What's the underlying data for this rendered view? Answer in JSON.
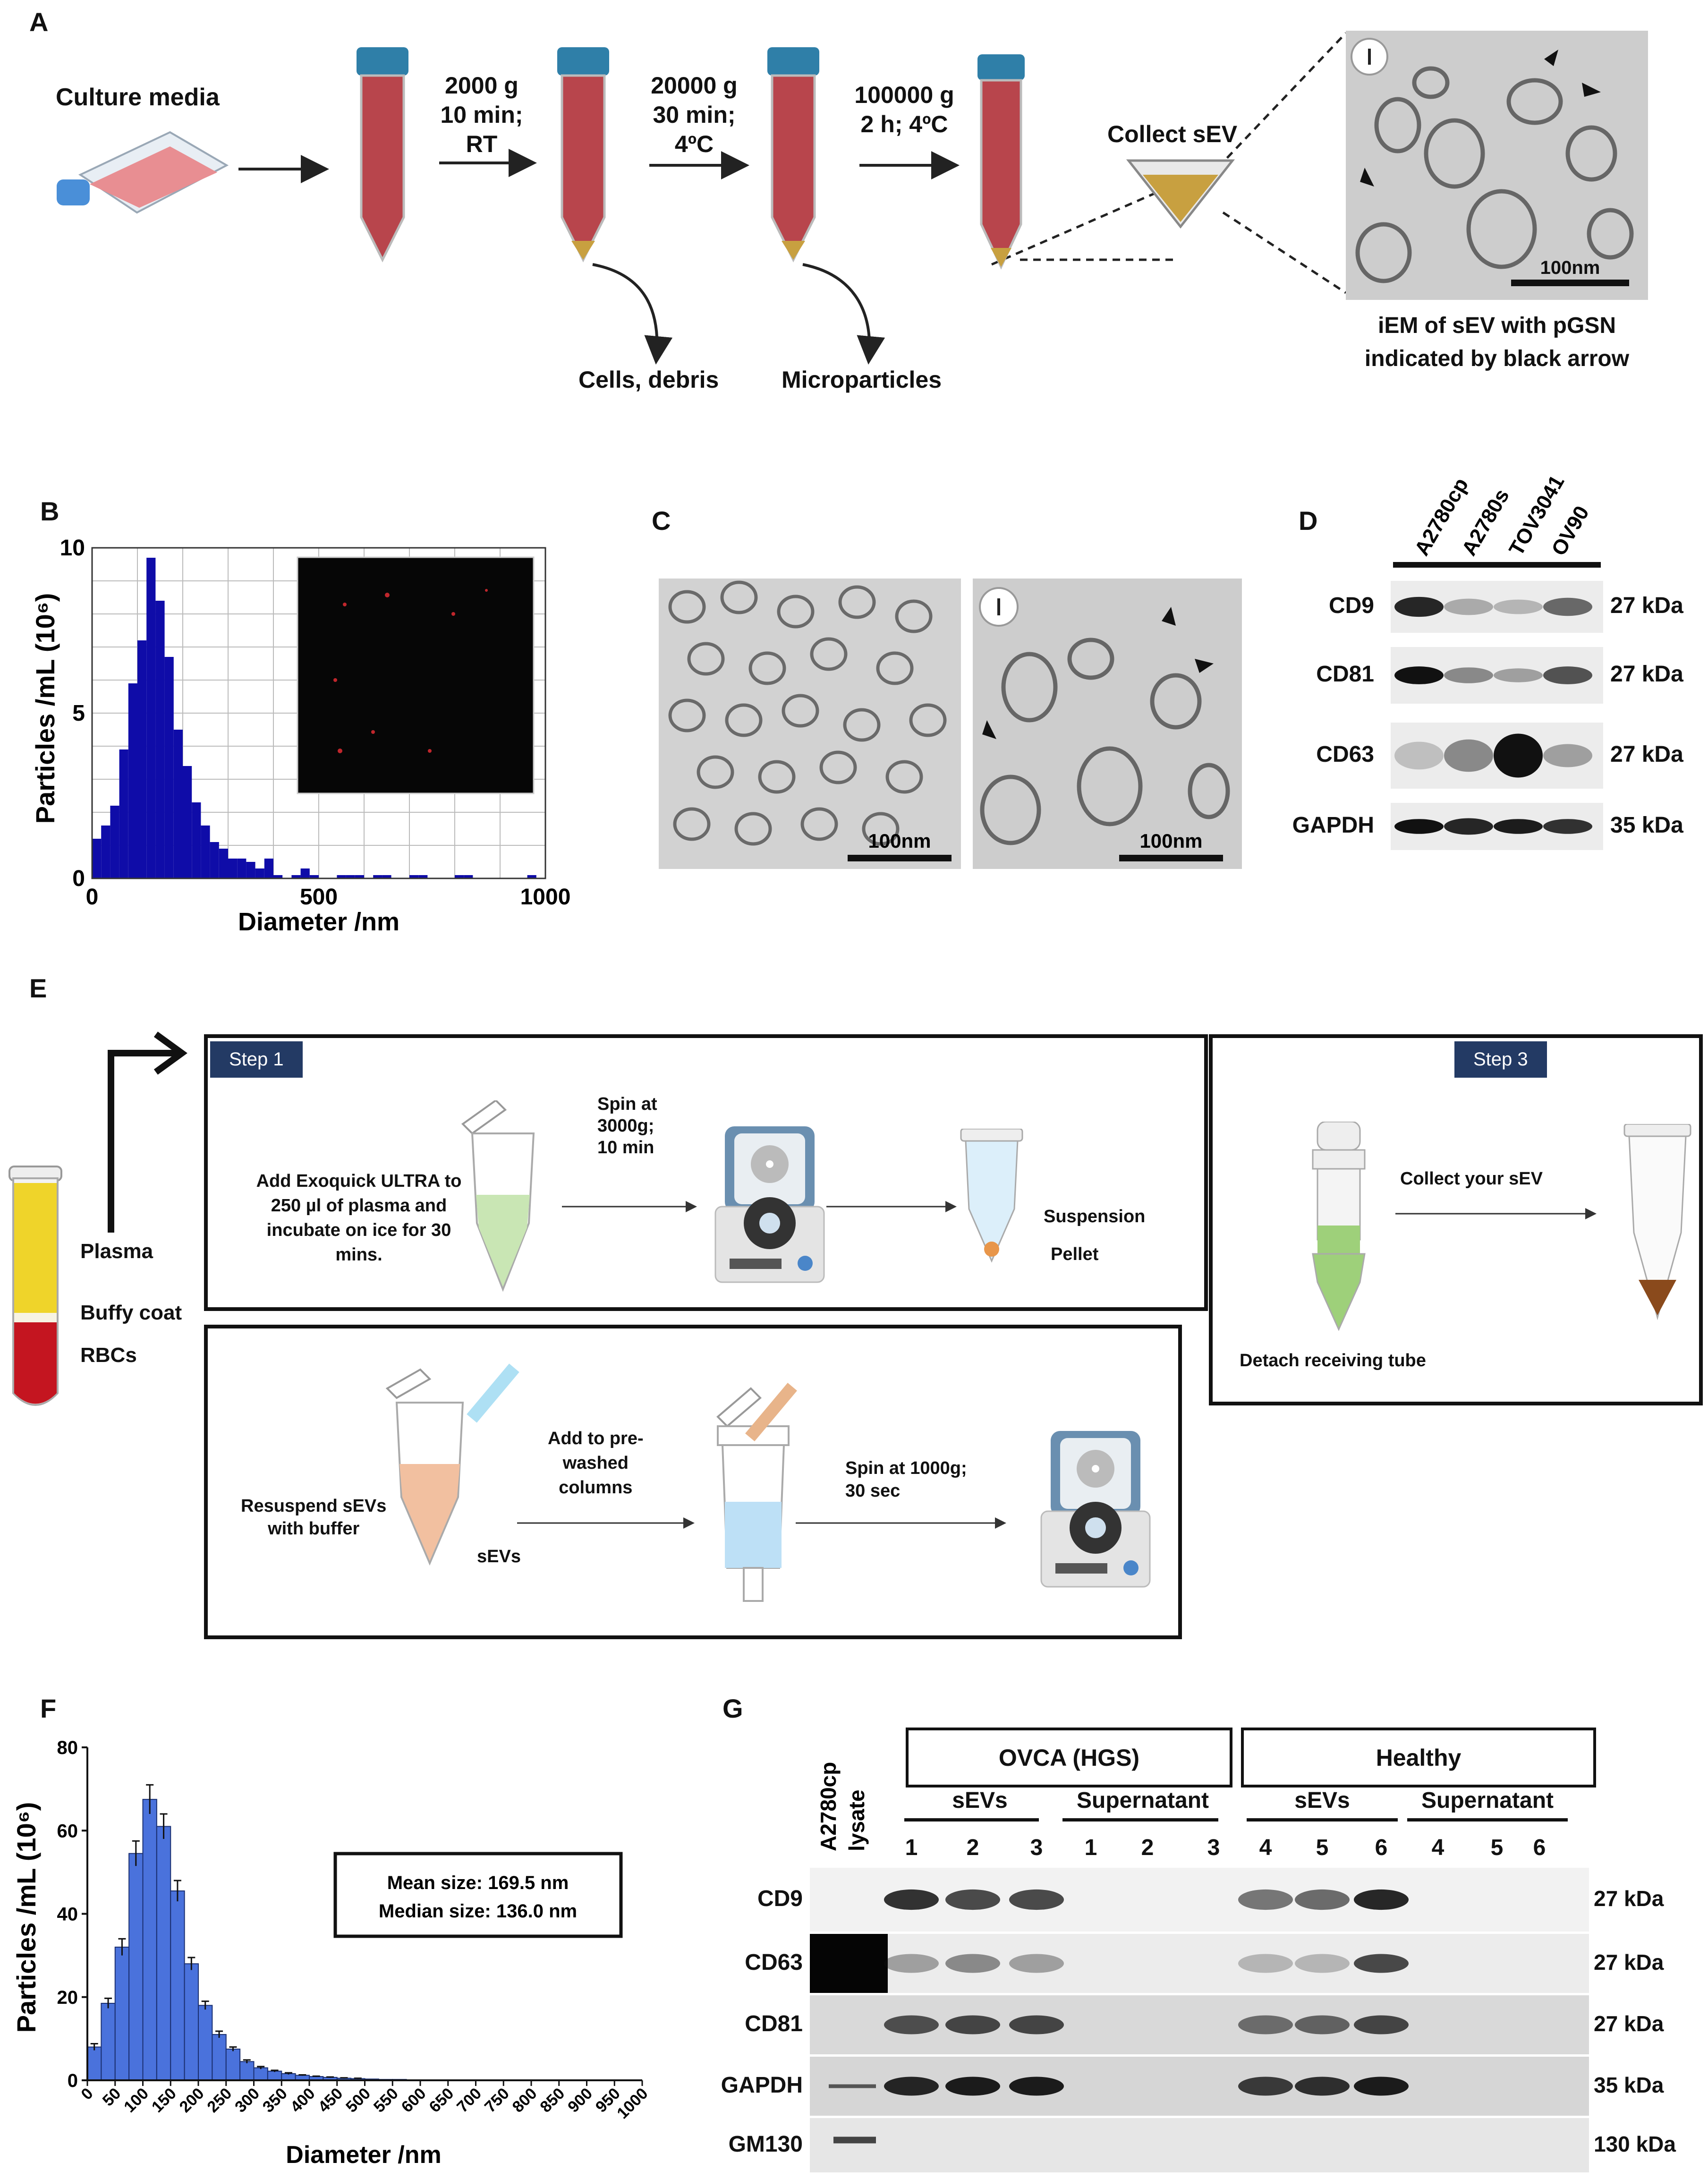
{
  "panels": {
    "A": "A",
    "B": "B",
    "C": "C",
    "D": "D",
    "E": "E",
    "F": "F",
    "G": "G"
  },
  "panelA": {
    "culture_media": "Culture media",
    "step1": [
      "2000 g",
      "10 min;",
      "RT"
    ],
    "step2": [
      "20000 g",
      "30 min;",
      "4ºC"
    ],
    "step3": [
      "100000 g",
      "2 h; 4ºC"
    ],
    "collect": "Collect sEV",
    "waste1": "Cells, debris",
    "waste2": "Microparticles",
    "scale": "100nm",
    "caption": [
      "iEM of sEV with pGSN",
      "indicated by black arrow"
    ]
  },
  "panelB": {
    "ylabel": "Particles /mL (10⁶)",
    "xlabel": "Diameter /nm",
    "yticks": [
      "10",
      "5",
      "0"
    ],
    "xticks": [
      "0",
      "500",
      "1000"
    ]
  },
  "panelC": {
    "scale1": "100nm",
    "scale2": "100nm"
  },
  "panelD": {
    "lanes": [
      "A2780cp",
      "A2780s",
      "TOV3041",
      "OV90"
    ],
    "rows": [
      {
        "name": "CD9",
        "kda": "27 kDa"
      },
      {
        "name": "CD81",
        "kda": "27 kDa"
      },
      {
        "name": "CD63",
        "kda": "27 kDa"
      },
      {
        "name": "GAPDH",
        "kda": "35 kDa"
      }
    ]
  },
  "panelE": {
    "step1": "Step 1",
    "step3": "Step 3",
    "add_text": [
      "Add Exoquick ULTRA to",
      "250 µl of plasma and",
      "incubate on ice for 30",
      "mins."
    ],
    "spin1": [
      "Spin at",
      "3000g;",
      "10 min"
    ],
    "suspension": "Suspension",
    "pellet": "Pellet",
    "collect": "Collect your sEV",
    "detach": "Detach receiving tube",
    "resuspend": [
      "Resuspend sEVs",
      "with buffer"
    ],
    "sevs": "sEVs",
    "addcol": [
      "Add to pre-",
      "washed",
      "columns"
    ],
    "spin2": [
      "Spin at 1000g;",
      "30 sec"
    ],
    "plasma": "Plasma",
    "buffy": "Buffy coat",
    "rbcs": "RBCs"
  },
  "panelF": {
    "ylabel": "Particles /mL (10⁶)",
    "xlabel": "Diameter /nm",
    "stats": [
      "Mean size: 169.5 nm",
      "Median size: 136.0 nm"
    ]
  },
  "panelG": {
    "lysate": [
      "A2780cp",
      "lysate"
    ],
    "ovca": "OVCA (HGS)",
    "healthy": "Healthy",
    "sevs": "sEVs",
    "supernatant": "Supernatant",
    "lanes_ovca": [
      "1",
      "2",
      "3",
      "1",
      "2",
      "3"
    ],
    "lanes_healthy": [
      "4",
      "5",
      "6",
      "4",
      "5",
      "6"
    ],
    "rows": [
      {
        "name": "CD9",
        "kda": "27 kDa"
      },
      {
        "name": "CD63",
        "kda": "27 kDa"
      },
      {
        "name": "CD81",
        "kda": "27 kDa"
      },
      {
        "name": "GAPDH",
        "kda": "35 kDa"
      },
      {
        "name": "GM130",
        "kda": "130 kDa"
      }
    ]
  },
  "chart_data": [
    {
      "type": "bar",
      "panel": "B",
      "xlabel": "Diameter /nm",
      "ylabel": "Particles /mL (10⁶)",
      "xlim": [
        0,
        1000
      ],
      "ylim": [
        0,
        10
      ],
      "bin_width": 20,
      "x": [
        0,
        20,
        40,
        60,
        80,
        100,
        120,
        140,
        160,
        180,
        200,
        220,
        240,
        260,
        280,
        300,
        320,
        340,
        360,
        380,
        400,
        420,
        440,
        460,
        480,
        500,
        520,
        540,
        560,
        580,
        600,
        620,
        640,
        660,
        680,
        700,
        720,
        740,
        760,
        780,
        800,
        820,
        840,
        860,
        880,
        900,
        920,
        940,
        960,
        980
      ],
      "values": [
        1.2,
        1.6,
        2.2,
        3.9,
        5.9,
        7.2,
        9.7,
        8.4,
        6.7,
        4.5,
        3.4,
        2.3,
        1.6,
        1.1,
        0.9,
        0.6,
        0.6,
        0.5,
        0.3,
        0.6,
        0.1,
        0.0,
        0.1,
        0.3,
        0.1,
        0.0,
        0.0,
        0.1,
        0.1,
        0.1,
        0.0,
        0.1,
        0.1,
        0.0,
        0.0,
        0.1,
        0.1,
        0.0,
        0.0,
        0.0,
        0.1,
        0.1,
        0.0,
        0.0,
        0.0,
        0.0,
        0.0,
        0.0,
        0.1,
        0.0
      ],
      "xticks": [
        "0",
        "500",
        "1000"
      ],
      "yticks": [
        "0",
        "5",
        "10"
      ],
      "grid": true
    },
    {
      "type": "bar",
      "panel": "F",
      "xlabel": "Diameter /nm",
      "ylabel": "Particles /mL (10⁶)",
      "ylim": [
        0,
        80
      ],
      "categories": [
        "0",
        "50",
        "100",
        "150",
        "200",
        "250",
        "300",
        "350",
        "400",
        "450",
        "500",
        "550",
        "600",
        "650",
        "700",
        "750",
        "800",
        "850",
        "900",
        "950",
        "1000"
      ],
      "x": [
        0,
        25,
        50,
        75,
        100,
        125,
        150,
        175,
        200,
        225,
        250,
        275,
        300,
        325,
        350,
        375,
        400,
        425,
        450,
        475,
        500,
        525,
        550,
        575,
        600,
        625,
        650,
        675,
        700,
        725,
        750,
        775,
        800,
        825,
        850,
        875,
        900,
        925,
        950,
        975
      ],
      "values": [
        8,
        18.5,
        32,
        54.5,
        67.5,
        61,
        45.5,
        28,
        18,
        11,
        7.5,
        4.5,
        3,
        2.2,
        1.6,
        1.2,
        0.9,
        0.7,
        0.5,
        0.4,
        0.3,
        0.2,
        0.2,
        0.1,
        0.1,
        0.1,
        0.1,
        0.1,
        0,
        0,
        0,
        0,
        0,
        0,
        0,
        0,
        0,
        0,
        0,
        0
      ],
      "errors": [
        0.8,
        1.2,
        2,
        3,
        3.5,
        3,
        2.5,
        1.5,
        1,
        0.8,
        0.5,
        0.4,
        0.3,
        0.2,
        0.2,
        0.1,
        0.1,
        0.1,
        0.1,
        0.1,
        0,
        0,
        0,
        0,
        0,
        0,
        0,
        0,
        0,
        0,
        0,
        0,
        0,
        0,
        0,
        0,
        0,
        0,
        0,
        0
      ],
      "yticks": [
        "0",
        "20",
        "40",
        "60",
        "80"
      ],
      "grid": false
    }
  ],
  "colors": {
    "histB": "#0f0ca8",
    "histF": "#4a72dc",
    "tube": "#b8454c",
    "cap": "#2f7fa8",
    "blue_step": "#233a64",
    "gold": "#c8a040"
  }
}
